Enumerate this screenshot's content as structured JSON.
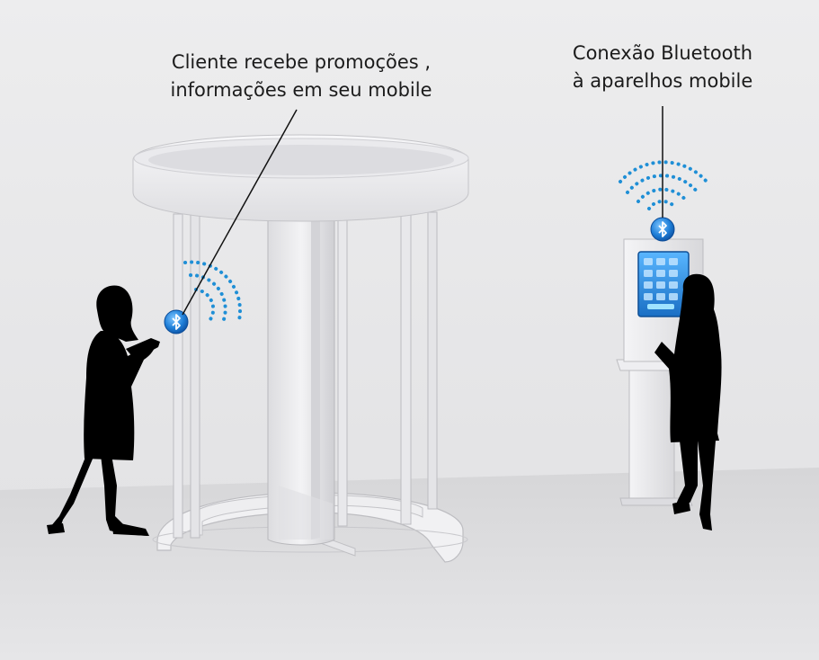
{
  "annotations": {
    "left_line1": "Cliente recebe promoções ,",
    "left_line2": "informações em seu mobile",
    "right_line1": "Conexão Bluetooth",
    "right_line2": "à aparelhos mobile"
  },
  "icons": {
    "bluetooth": "bluetooth-icon",
    "signal": "signal-waves-icon"
  },
  "colors": {
    "background": "#e9e9ea",
    "floor": "#dcdcde",
    "structure": "#f4f4f6",
    "signal": "#1f8fd6",
    "silhouette": "#000000",
    "screen": "#2f8fd8"
  }
}
